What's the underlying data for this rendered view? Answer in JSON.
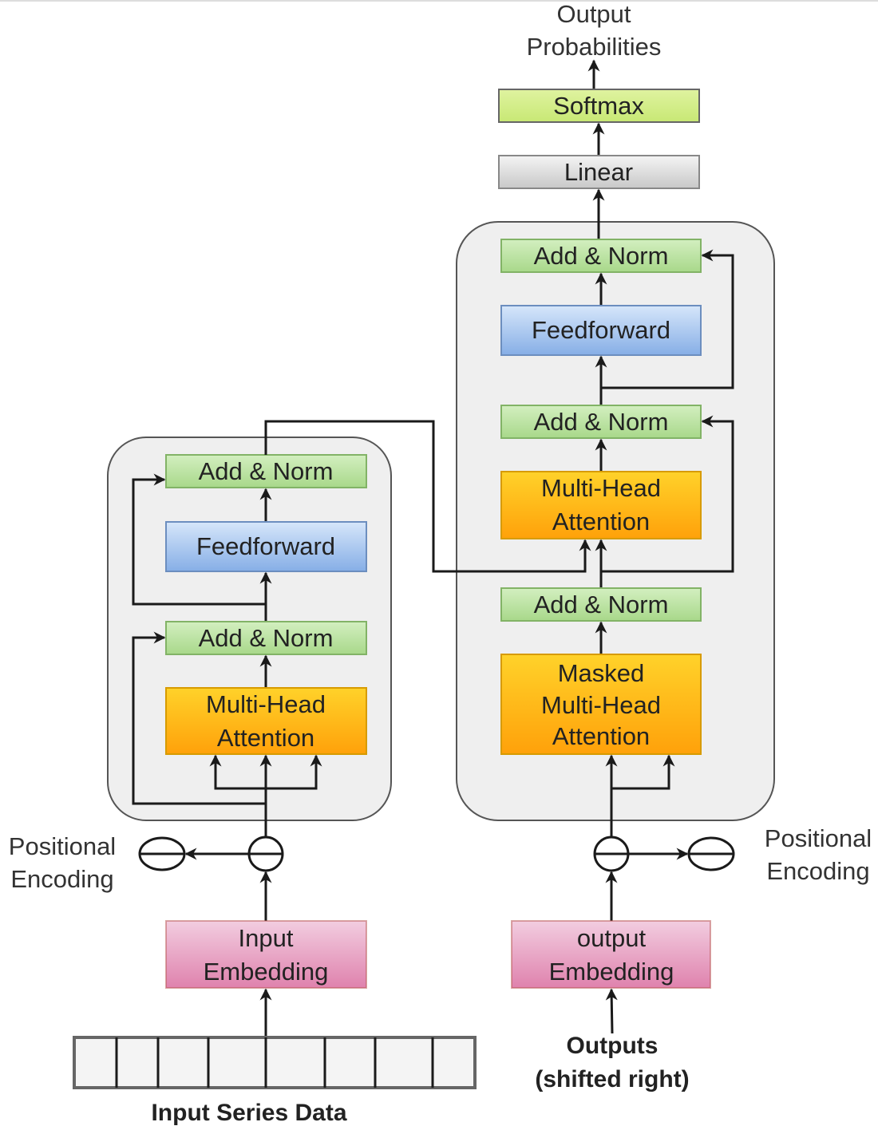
{
  "colors": {
    "add_norm": "#b9e09a",
    "feedforward": "#a9c7ee",
    "attention": "#ffb400",
    "embedding": "#e58fb7",
    "softmax": "#d4ee86",
    "linear": "#dcdcdc",
    "container": "#efefef"
  },
  "output": {
    "line1": "Output",
    "line2": "Probabilities"
  },
  "softmax": "Softmax",
  "linear": "Linear",
  "decoder": {
    "add_norm_3": "Add & Norm",
    "feedforward": "Feedforward",
    "add_norm_2": "Add & Norm",
    "mha": {
      "line1": "Multi-Head",
      "line2": "Attention"
    },
    "add_norm_1": "Add & Norm",
    "masked_mha": {
      "line1": "Masked",
      "line2": "Multi-Head",
      "line3": "Attention"
    }
  },
  "encoder": {
    "add_norm_2": "Add & Norm",
    "feedforward": "Feedforward",
    "add_norm_1": "Add & Norm",
    "mha": {
      "line1": "Multi-Head",
      "line2": "Attention"
    }
  },
  "positional_encoding_left": {
    "line1": "Positional",
    "line2": "Encoding"
  },
  "positional_encoding_right": {
    "line1": "Positional",
    "line2": "Encoding"
  },
  "input_embedding": {
    "line1": "Input",
    "line2": "Embedding"
  },
  "output_embedding": {
    "line1": "output",
    "line2": "Embedding"
  },
  "outputs": {
    "line1": "Outputs",
    "line2": "(shifted right)"
  },
  "input_series": "Input Series Data"
}
